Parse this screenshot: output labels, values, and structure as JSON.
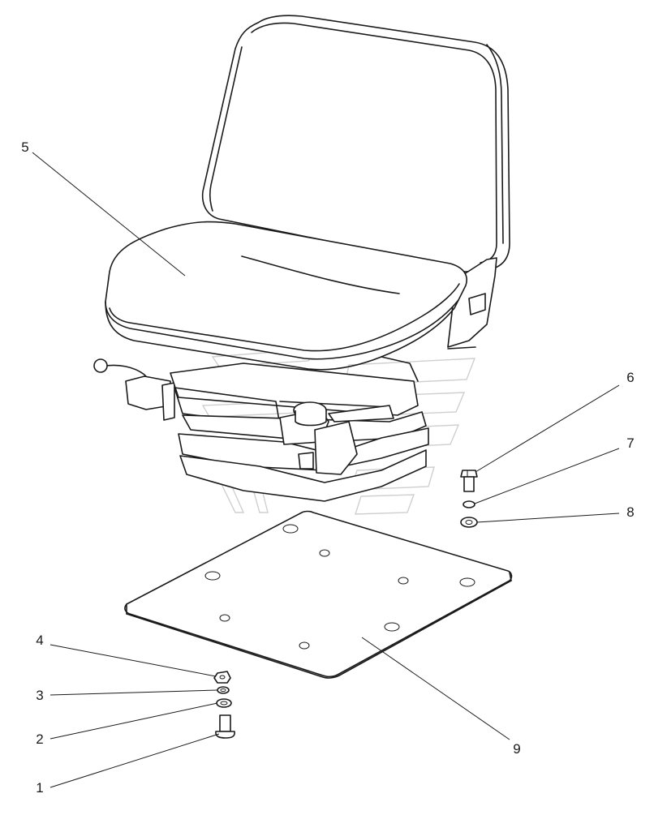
{
  "callouts": [
    {
      "id": "1",
      "label": "1"
    },
    {
      "id": "2",
      "label": "2"
    },
    {
      "id": "3",
      "label": "3"
    },
    {
      "id": "4",
      "label": "4"
    },
    {
      "id": "5",
      "label": "5"
    },
    {
      "id": "6",
      "label": "6"
    },
    {
      "id": "7",
      "label": "7"
    },
    {
      "id": "8",
      "label": "8"
    },
    {
      "id": "9",
      "label": "9"
    }
  ],
  "colors": {
    "line": "#1a1a1a",
    "watermark": "#cfcfcf",
    "background": "#ffffff"
  }
}
